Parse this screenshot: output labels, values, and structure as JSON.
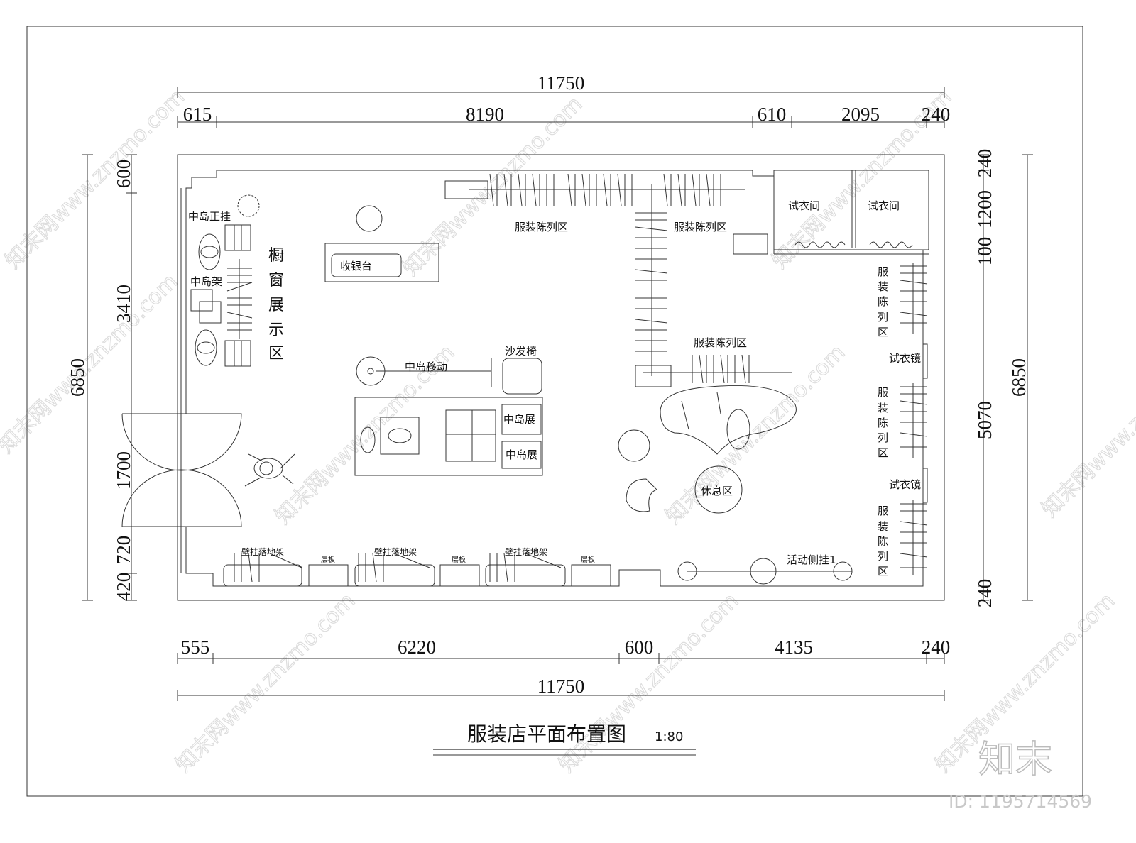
{
  "drawing": {
    "title": "服装店平面布置图",
    "scale": "1:80",
    "watermark_text": "知末网www.znzmo.com",
    "logo": "知末",
    "id_label": "ID: 1195714569"
  },
  "dimensions": {
    "top_total": "11750",
    "top": [
      "615",
      "8190",
      "610",
      "2095",
      "240"
    ],
    "bottom": [
      "555",
      "6220",
      "600",
      "4135",
      "240"
    ],
    "bottom_total": "11750",
    "left_total": "6850",
    "left": [
      "600",
      "3410",
      "1700",
      "720",
      "420"
    ],
    "right_total": "6850",
    "right": [
      "240",
      "1200",
      "100",
      "5070",
      "240"
    ]
  },
  "labels": {
    "island_front_hang": "中岛正挂",
    "island_rack": "中岛架",
    "window_display": [
      "橱",
      "窗",
      "展",
      "示",
      "区"
    ],
    "cashier": "收银台",
    "display_area_1": "服装陈列区",
    "display_area_2": "服装陈列区",
    "display_area_3": "服装陈列区",
    "fitting_room_1": "试衣间",
    "fitting_room_2": "试衣间",
    "vertical_display_1": [
      "服",
      "装",
      "陈",
      "列",
      "区"
    ],
    "vertical_display_2": [
      "服",
      "装",
      "陈",
      "列",
      "区"
    ],
    "vertical_display_3": [
      "服",
      "装",
      "陈",
      "列",
      "区"
    ],
    "mirror_1": "试衣镜",
    "mirror_2": "试衣镜",
    "sofa_chair": "沙发椅",
    "island_mobile": "中岛移动",
    "island_show_1": "中岛展",
    "island_show_2": "中岛展",
    "rest_area": "休息区",
    "mobile_side_hang": "活动侧挂1",
    "wall_rack_1": "壁挂落地架",
    "wall_rack_2": "壁挂落地架",
    "wall_rack_3": "壁挂落地架",
    "shelf_1": "层板",
    "shelf_2": "层板",
    "shelf_3": "层板"
  }
}
